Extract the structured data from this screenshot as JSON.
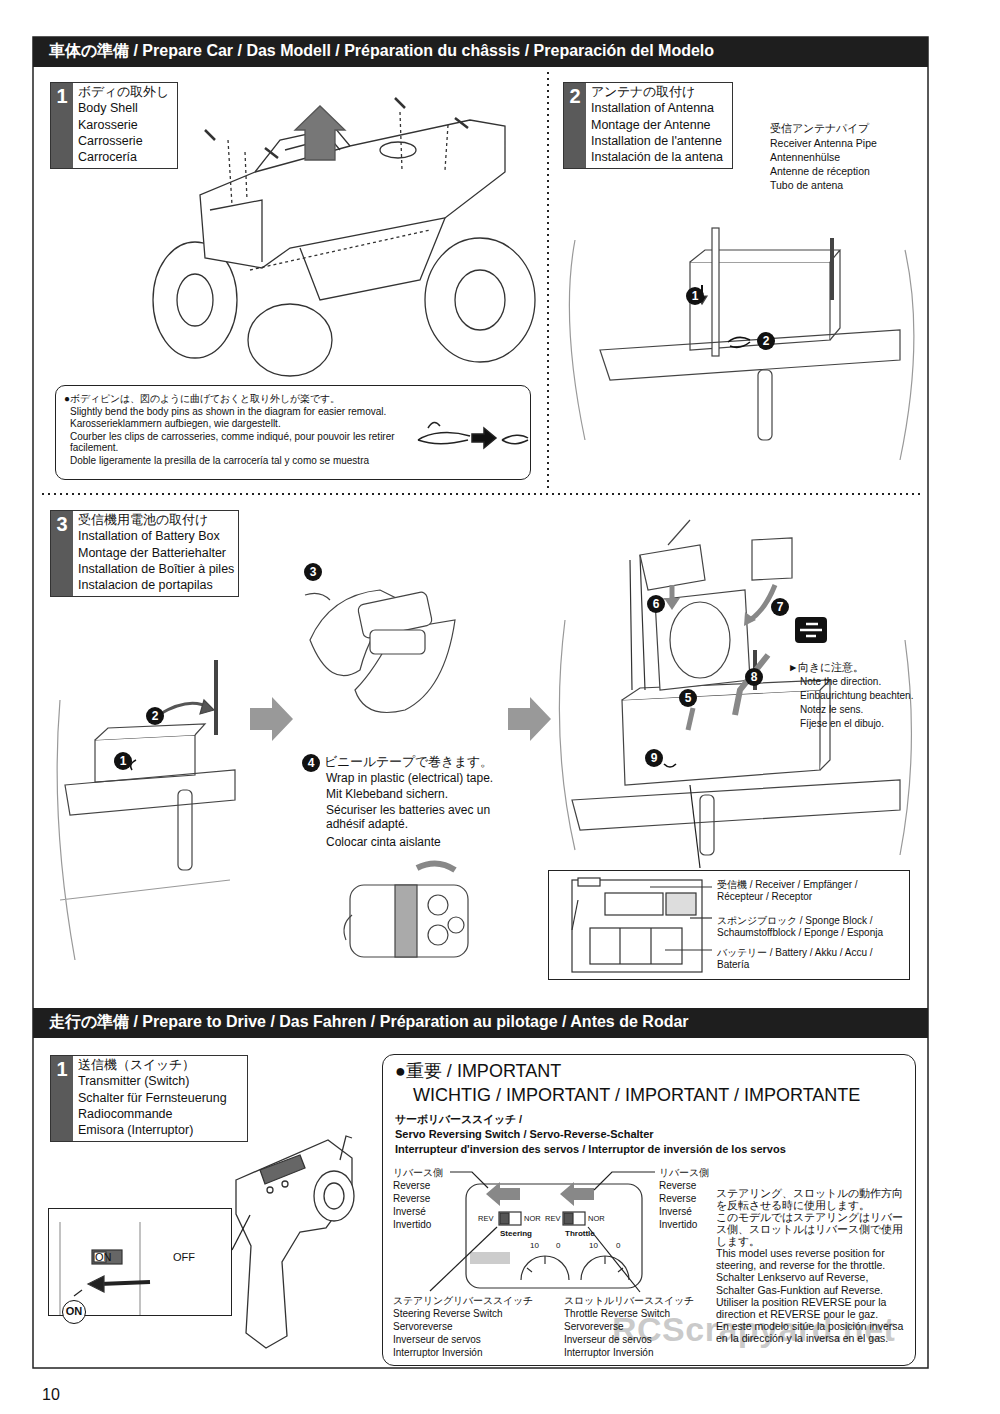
{
  "diagram": {
    "nodes": [
      {
        "text": [
          "車体の準備 / Prepare Car / Das Modell / Préparation du châssis / Preparación del Modelo"
        ]
      },
      {
        "text": [
          "1",
          "ボディの取外し",
          "Body Shell",
          "Karosserie",
          "Carrosserie",
          "Carrocería"
        ]
      },
      {
        "text": [
          "●ボディピンは、図のように曲げておくと取り外しが楽です。",
          "Slightly bend the body pins as shown in the diagram for easier removal.",
          "Karosserieklammern aufbiegen, wie dargestellt.",
          "Courber les clips de carrosseries, comme indiqué, pour pouvoir les retirer facilement.",
          "Doble ligeramente la presilla de la carrocería tal y como se muestra"
        ]
      },
      {
        "text": [
          "2",
          "アンテナの取付け",
          "Installation of Antenna",
          "Montage der Antenne",
          "Installation de l'antenne",
          "Instalación de la antena"
        ]
      },
      {
        "text": [
          "3",
          "受信機用電池の取付け",
          "Installation of Battery Box",
          "Montage der Batteriehalter",
          "Installation de Boîtier à piles",
          "Instalacion de portapilas"
        ]
      },
      {
        "text": [
          "受信機 / Receiver / Empfänger / Récepteur / Receptor",
          "スポンジブロック / Sponge Block / Schaumstoffblock / Eponge / Esponja",
          "バッテリー / Battery / Akku / Accu / Batería"
        ]
      },
      {
        "text": [
          "走行の準備 / Prepare to Drive / Das Fahren / Préparation au pilotage / Antes de Rodar"
        ]
      },
      {
        "text": [
          "1",
          "送信機（スイッチ）",
          "Transmitter (Switch)",
          "Schalter für Fernsteuerung",
          "Radiocommande",
          "Emisora (Interruptor)"
        ]
      },
      {
        "text": [
          "ON",
          "OFF"
        ]
      },
      {
        "text": [
          "●重要 / IMPORTANT",
          "WICHTIG / IMPORTANT / IMPORTANT / IMPORTANTE",
          "サーボリバーススイッチ /",
          "Servo Reversing Switch / Servo-Reverse-Schalter",
          "Interrupteur d'inversion des servos / Interruptor de inversión de los servos",
          "リバース側",
          "Reverse",
          "Reverse",
          "Inversé",
          "Invertido",
          "リバース側",
          "Reverse",
          "Reverse",
          "Inversé",
          "Invertido",
          "ステアリングリバーススイッチ",
          "Steering Reverse Switch",
          "Servoreverse",
          "Inverseur de servos",
          "Interruptor Inversión",
          "スロットルリバーススイッチ",
          "Throttle Reverse Switch",
          "Servoreverse",
          "Inverseur de servos",
          "Interruptor Inversión",
          "ステアリング、スロットルの動作方向を反転させる時に使用します。",
          "このモデルではステアリングはリバース側、スロットルはリバース側で使用します。",
          "This model uses reverse position for steering, and reverse for the throttle.",
          "Schalter Lenkservo auf Reverse, Schalter Gas-Funktion auf Reverse.",
          "Utiliser la position REVERSE pour la direction et REVERSE pour le gaz.",
          "En este modelo sitúe la posición inversa en la dirección y la inversa en el gas."
        ]
      }
    ],
    "labels": [
      "1",
      "2",
      "受信アンテナパイプ",
      "Receiver Antenna Pipe",
      "Antennenhülse",
      "Antenne de réception",
      "Tubo de antena",
      "3",
      "2",
      "1",
      "4",
      "ビニールテープで巻きます。",
      "Wrap in plastic (electrical) tape.",
      "Mit Klebeband sichern.",
      "Sécuriser les batteries avec un adhésif adapté.",
      "Colocar cinta aislante",
      "6",
      "7",
      "8",
      "5",
      "9",
      "►向きに注意。",
      "Note the direction.",
      "Einbaurichtung beachten.",
      "Notez le sens.",
      "Fíjese en el dibujo.",
      "REV",
      "NOR",
      "REV",
      "NOR",
      "Steering",
      "Throttle",
      "10",
      "0",
      "10",
      "0",
      "ON",
      "10",
      "RCScrapyard.net"
    ]
  }
}
